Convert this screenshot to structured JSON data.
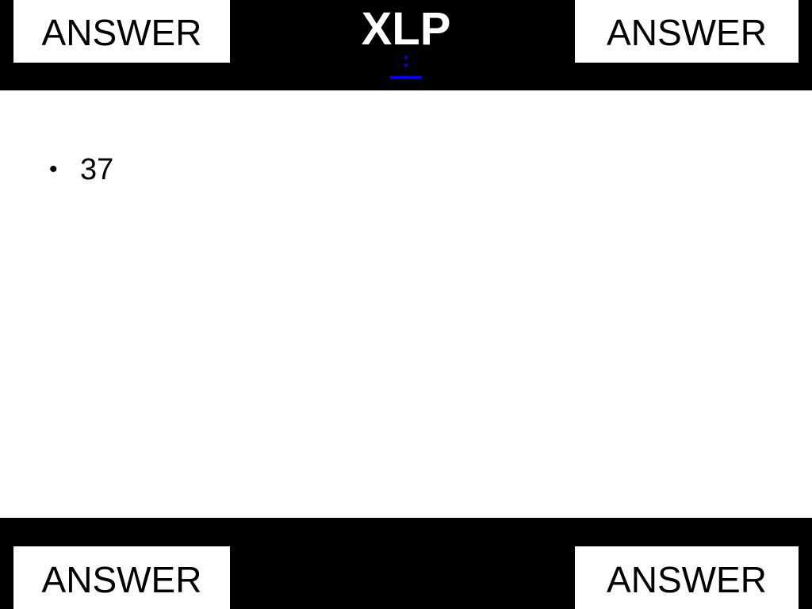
{
  "slide": {
    "title": "XLP",
    "nav_link_text": ":",
    "answer_top_left": "ANSWER",
    "answer_top_right": "ANSWER",
    "answer_bottom_left": "ANSWER",
    "answer_bottom_right": "ANSWER",
    "bullets": [
      "37"
    ],
    "bullet_symbol": "•"
  },
  "colors": {
    "bar_background": "#000000",
    "slide_background": "#ffffff",
    "title_color": "#ffffff",
    "link_color": "#0000ff",
    "answer_background": "#ffffff",
    "answer_text": "#000000"
  }
}
